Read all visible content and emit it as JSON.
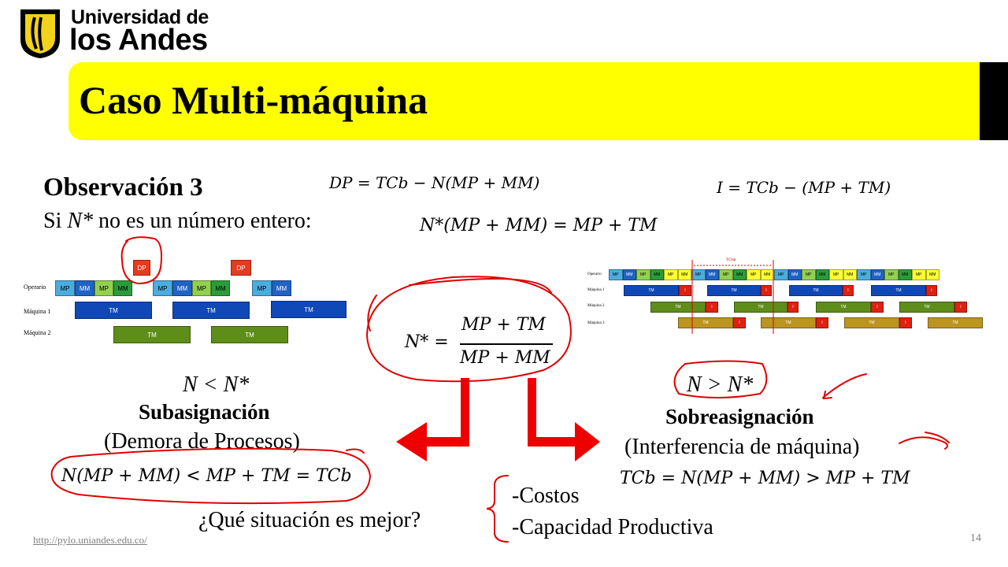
{
  "logo": {
    "line1": "Universidad de",
    "line2": "los Andes"
  },
  "slide": {
    "title": "Caso Multi-máquina",
    "page_number": "14"
  },
  "footer": {
    "url": "http://pylo.uniandes.edu.co/"
  },
  "observation": {
    "heading": "Observación 3",
    "condition_prefix": "Si ",
    "condition_var": "N*",
    "condition_suffix": " no es un número entero:"
  },
  "equations": {
    "dp": "DP = TCb − N(MP + MM)",
    "i": "I = TCb − (MP + TM)",
    "nstar_balance": "N*(MP + MM) = MP + TM",
    "nstar_lhs": "N* =",
    "nstar_num": "MP + TM",
    "nstar_den": "MP + MM"
  },
  "underassign": {
    "relation": "N < N*",
    "title": "Subasignación",
    "desc": "(Demora de Procesos)",
    "equation": "N(MP + MM) < MP + TM = TCb"
  },
  "overassign": {
    "relation": "N > N*",
    "title": "Sobreasignación",
    "desc": "(Interferencia de máquina)",
    "equation": "TCb = N(MP + MM) > MP + TM"
  },
  "question": "¿Qué situación es mejor?",
  "options": [
    "-Costos",
    "-Capacidad Productiva"
  ],
  "gantt_left": {
    "rows": [
      "Operario",
      "Máquina 1",
      "Máquina 2"
    ],
    "labels": {
      "mp": "MP",
      "mm": "MM",
      "tm": "TM",
      "dp": "DP"
    }
  },
  "gantt_right": {
    "rows": [
      "Operario",
      "Máquina 1",
      "Máquina 2",
      "Máquina 3"
    ],
    "labels": {
      "mp": "MP",
      "mm": "MM",
      "tm": "TM",
      "i": "I",
      "tcb": "TCbat"
    }
  },
  "colors": {
    "title_bar": "#ffff00",
    "annotation_red": "#e00000",
    "arrow_red": "#ee0000"
  }
}
